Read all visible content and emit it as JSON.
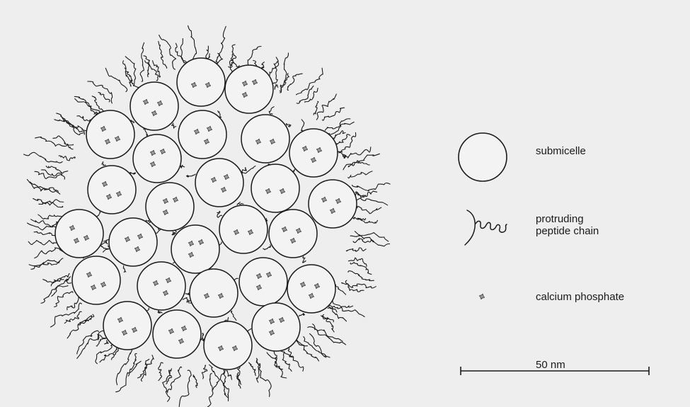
{
  "legend": {
    "submicelle": "submicelle",
    "peptide_line1": "protruding",
    "peptide_line2": "peptide chain",
    "calcium": "calcium phosphate"
  },
  "scale_bar": {
    "label": "50 nm"
  },
  "colors": {
    "background": "#efeeee",
    "circle_fill": "#f4f3f3",
    "ink": "#1a1a1a",
    "dot": "#555555"
  }
}
